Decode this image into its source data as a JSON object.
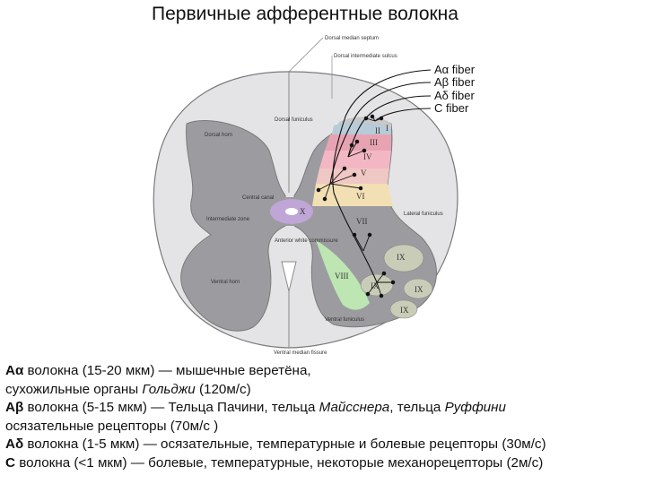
{
  "title": "Первичные афферентные волокна",
  "diagram": {
    "labels": {
      "dorsal_median_septum": "Dorsal median septum",
      "dorsal_intermediate_sulcus": "Dorsal intermediate sulcus",
      "dorsal_funiculus": "Dorsal funiculus",
      "dorsal_horn": "Dorsal horn",
      "central_canal": "Central canal",
      "intermediate_zone": "Intermediate zone",
      "anterior_white_commissure": "Anterior white commissure",
      "ventral_horn": "Ventral horn",
      "lateral_funiculus": "Lateral funiculus",
      "ventral_funiculus": "Ventral funiculus",
      "ventral_median_fissure": "Ventral median fissure"
    },
    "laminae": [
      "I",
      "II",
      "III",
      "IV",
      "V",
      "VI",
      "VII",
      "VIII",
      "IX",
      "IX",
      "IX",
      "IX",
      "X"
    ],
    "fibers": [
      "Aα fiber",
      "Aβ fiber",
      "Aδ fiber",
      "C fiber"
    ]
  },
  "legend": [
    {
      "bold": "Aα",
      "text": " волокна (15-20 мкм) — мышечные веретёна,"
    },
    {
      "text": "сухожильные органы ",
      "italic": "Гольджи",
      "text2": " (120м/с)"
    },
    {
      "bold": "Aβ",
      "text": " волокна (5-15 мкм) — Тельца Пачини, тельца ",
      "italic": "Майсснера",
      "text2": ", тельца ",
      "italic2": "Руффини"
    },
    {
      "text": "осязательные рецепторы (70м/с )"
    },
    {
      "bold": "Aδ",
      "text": " волокна (1-5 мкм) — осязательные, температурные и болевые рецепторы (30м/с)"
    },
    {
      "bold": "C",
      "text": " волокна (<1 мкм) — болевые, температурные, некоторые механорецепторы (2м/с)"
    }
  ]
}
